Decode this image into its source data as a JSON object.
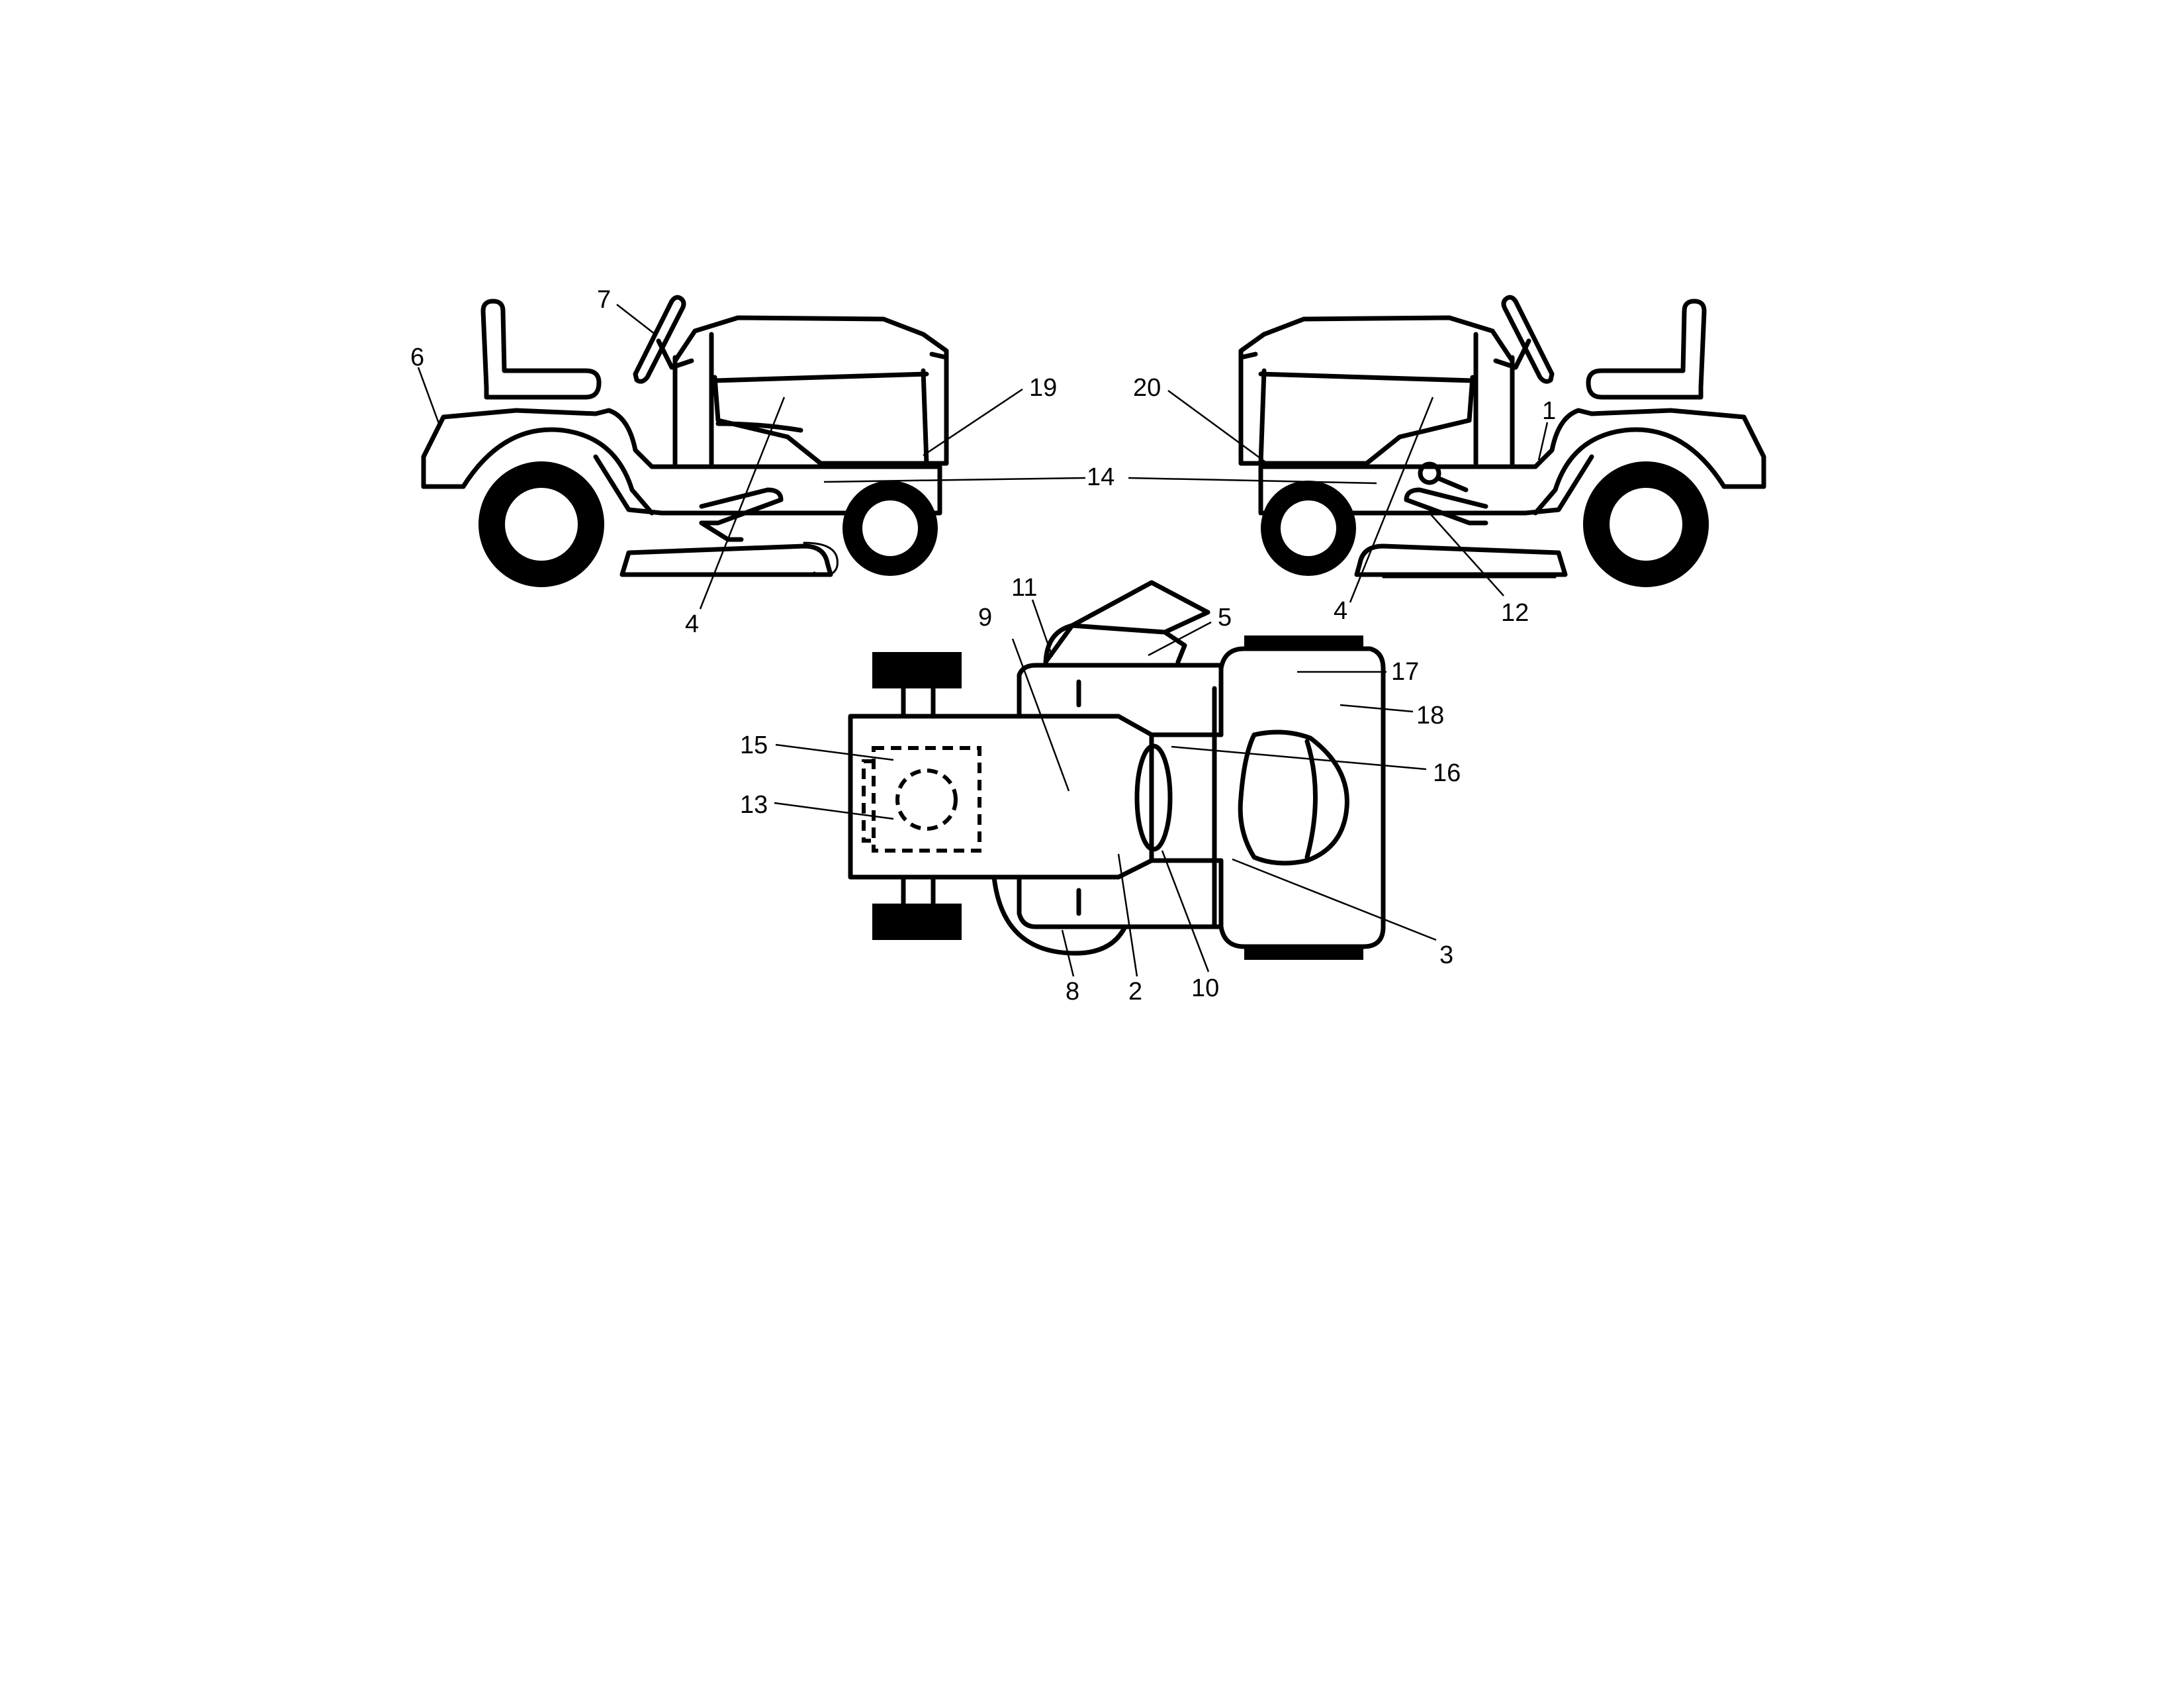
{
  "callouts": {
    "c1": "1",
    "c2": "2",
    "c3": "3",
    "c4a": "4",
    "c4b": "4",
    "c5": "5",
    "c6": "6",
    "c7": "7",
    "c8": "8",
    "c9": "9",
    "c10": "10",
    "c11": "11",
    "c12": "12",
    "c13": "13",
    "c14": "14",
    "c15": "15",
    "c16": "16",
    "c17": "17",
    "c18": "18",
    "c19": "19",
    "c20": "20"
  }
}
